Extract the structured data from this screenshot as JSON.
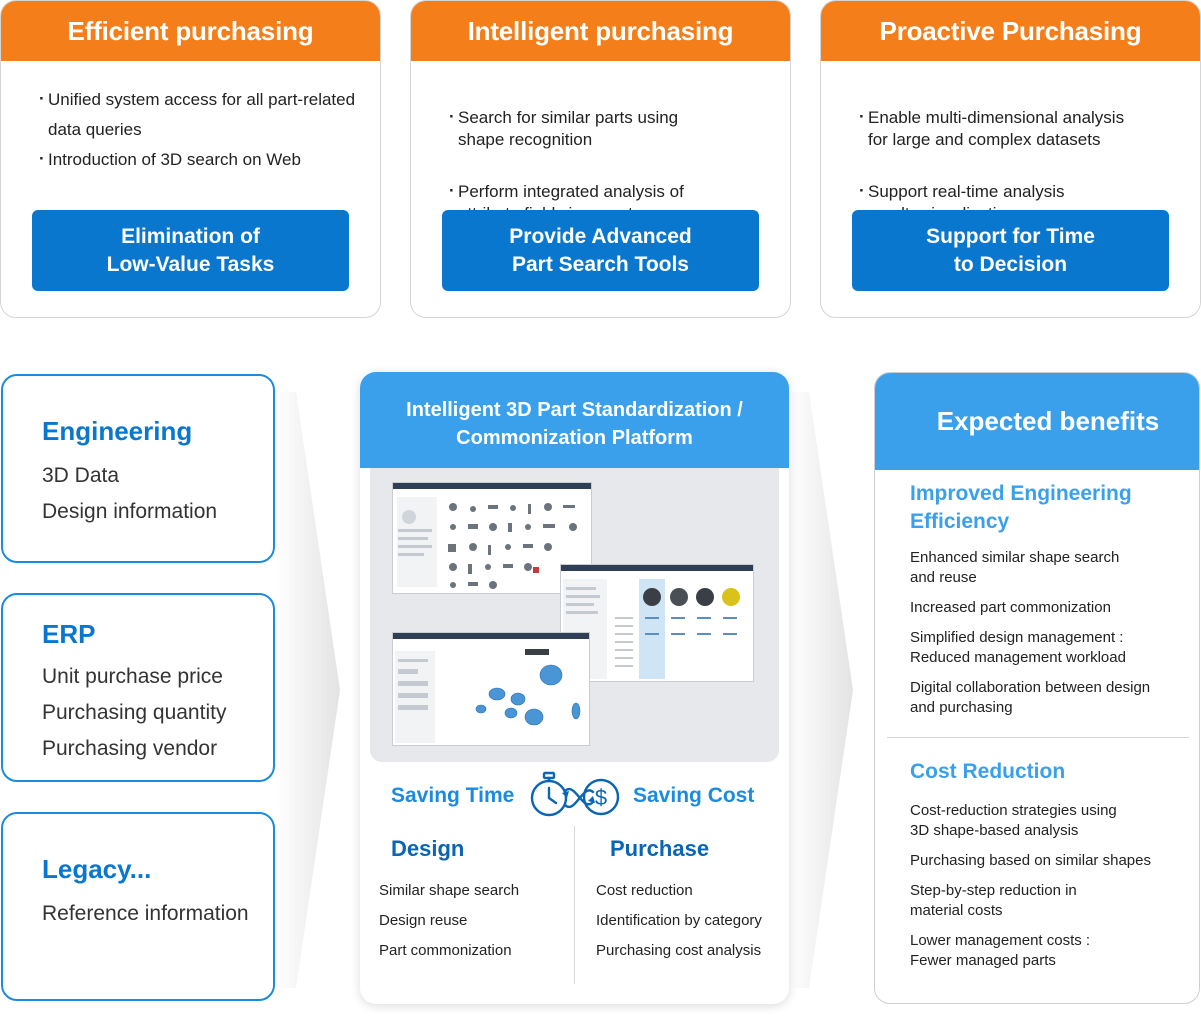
{
  "top_cards": [
    {
      "title": "Efficient purchasing",
      "bullets": [
        "Unified system access for all part-related data queries",
        "Introduction of 3D search on Web"
      ],
      "button": "Elimination of\nLow-Value Tasks"
    },
    {
      "title": "Intelligent purchasing",
      "bullets": [
        "Search for similar parts using\nshape recognition",
        "Perform integrated analysis of\nattribute fields in one step"
      ],
      "button": "Provide Advanced\nPart Search Tools"
    },
    {
      "title": "Proactive Purchasing",
      "bullets": [
        "Enable multi-dimensional analysis\nfor large and complex datasets",
        "Support real-time analysis\nresults visualization"
      ],
      "button": "Support for Time\nto Decision"
    }
  ],
  "sources": [
    {
      "title": "Engineering",
      "lines": [
        "3D Data",
        "Design information"
      ]
    },
    {
      "title": "ERP",
      "lines": [
        "Unit purchase price",
        "Purchasing quantity",
        "Purchasing vendor"
      ]
    },
    {
      "title": "Legacy...",
      "lines": [
        "Reference information"
      ]
    }
  ],
  "platform": {
    "title": "Intelligent 3D Part Standardization /\nCommonization Platform",
    "saving_time": "Saving Time",
    "saving_cost": "Saving Cost",
    "design": {
      "title": "Design",
      "items": [
        "Similar shape search",
        "Design reuse",
        "Part commonization"
      ]
    },
    "purchase": {
      "title": "Purchase",
      "items": [
        "Cost reduction",
        "Identification by category",
        "Purchasing cost analysis"
      ]
    }
  },
  "benefits": {
    "title": "Expected benefits",
    "engineering": {
      "title": "Improved Engineering\nEfficiency",
      "items": [
        "Enhanced similar shape search\nand reuse",
        "Increased part commonization",
        "Simplified design management :\nReduced management workload",
        "Digital collaboration between design\nand purchasing"
      ]
    },
    "cost": {
      "title": "Cost Reduction",
      "items": [
        "Cost-reduction strategies using\n3D shape-based analysis",
        "Purchasing based on similar shapes",
        "Step-by-step reduction in\nmaterial costs",
        "Lower management costs :\nFewer managed parts"
      ]
    }
  },
  "colors": {
    "orange": "#f47e1a",
    "blue_dark": "#0a77cf",
    "blue_light": "#3aa0ec"
  }
}
